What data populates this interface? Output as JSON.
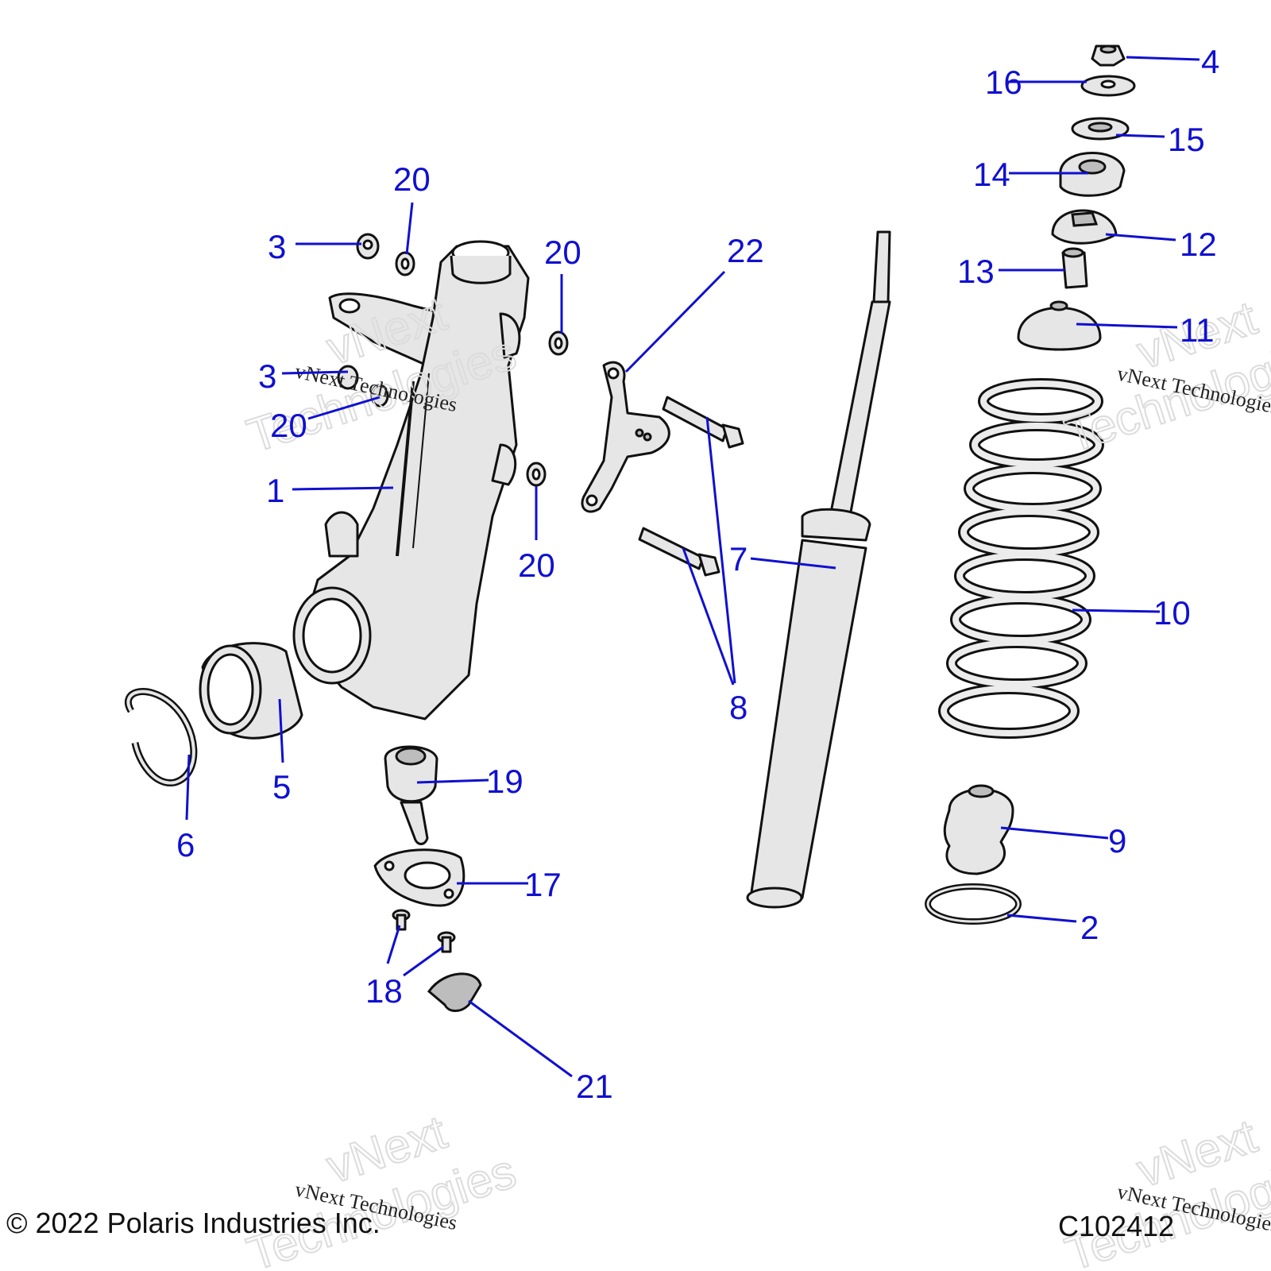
{
  "callouts": [
    {
      "id": "c1",
      "label": "1"
    },
    {
      "id": "c2",
      "label": "2"
    },
    {
      "id": "c3a",
      "label": "3"
    },
    {
      "id": "c3b",
      "label": "3"
    },
    {
      "id": "c4",
      "label": "4"
    },
    {
      "id": "c5",
      "label": "5"
    },
    {
      "id": "c6",
      "label": "6"
    },
    {
      "id": "c7",
      "label": "7"
    },
    {
      "id": "c8",
      "label": "8"
    },
    {
      "id": "c9",
      "label": "9"
    },
    {
      "id": "c10",
      "label": "10"
    },
    {
      "id": "c11",
      "label": "11"
    },
    {
      "id": "c12",
      "label": "12"
    },
    {
      "id": "c13",
      "label": "13"
    },
    {
      "id": "c14",
      "label": "14"
    },
    {
      "id": "c15",
      "label": "15"
    },
    {
      "id": "c16",
      "label": "16"
    },
    {
      "id": "c17",
      "label": "17"
    },
    {
      "id": "c18",
      "label": "18"
    },
    {
      "id": "c19",
      "label": "19"
    },
    {
      "id": "c20a",
      "label": "20"
    },
    {
      "id": "c20b",
      "label": "20"
    },
    {
      "id": "c20c",
      "label": "20"
    },
    {
      "id": "c20d",
      "label": "20"
    },
    {
      "id": "c21",
      "label": "21"
    },
    {
      "id": "c22",
      "label": "22"
    }
  ],
  "watermark": {
    "line": "vNext Technologies",
    "word1": "vNext",
    "word2": "Technologies"
  },
  "footer": {
    "copyright": "© 2022 Polaris Industries Inc.",
    "figure_id": "C102412"
  },
  "colors": {
    "callout": "#1010d0",
    "line_art": "#111111",
    "part_fill": "#e6e6e6"
  }
}
